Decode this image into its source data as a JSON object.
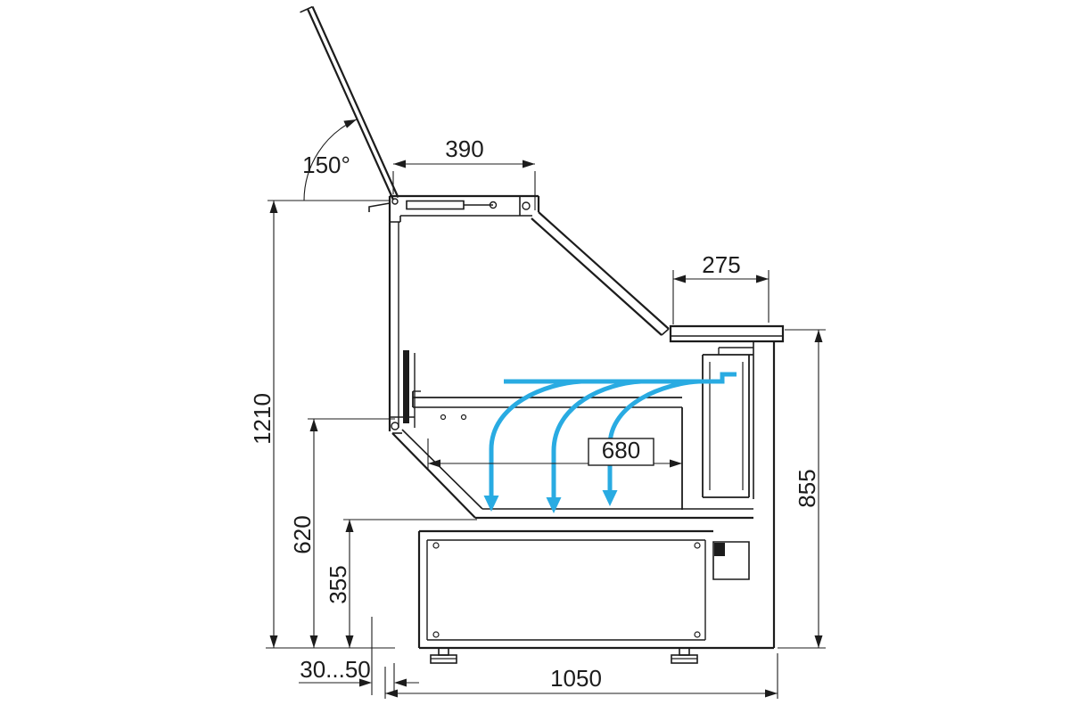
{
  "diagram": {
    "title": "display-case-side-section-drawing",
    "type": "technical-drawing",
    "colors": {
      "line": "#1c1c1c",
      "airflow": "#29abe2",
      "background": "#ffffff"
    },
    "labels": {
      "lid_angle": "150°",
      "top_width": "390",
      "worktop_depth": "275",
      "overall_height": "1210",
      "display_depth": "680",
      "front_height": "620",
      "well_height": "355",
      "rear_height": "855",
      "foot_range": "30...50",
      "base_depth": "1050"
    }
  }
}
